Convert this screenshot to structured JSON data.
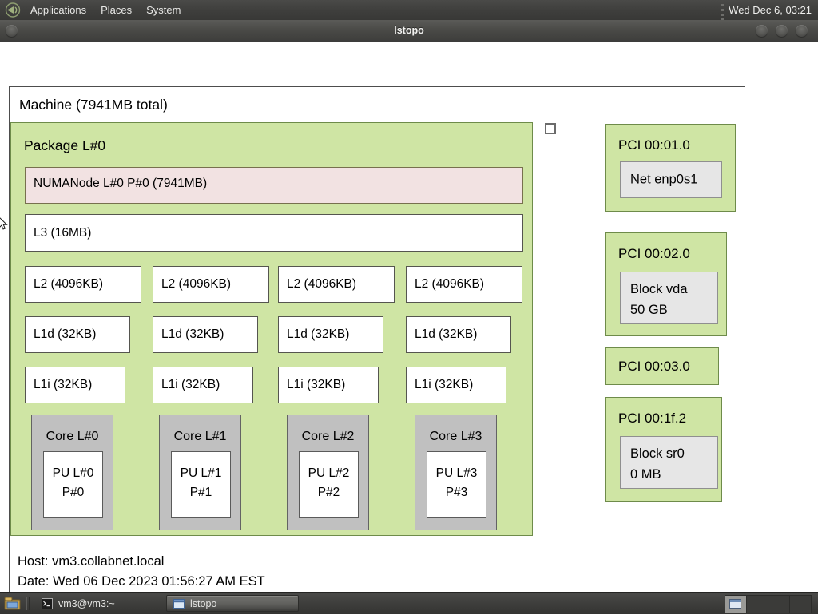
{
  "panel": {
    "menus": [
      "Applications",
      "Places",
      "System"
    ],
    "clock": "Wed Dec  6, 03:21",
    "logo_icon": "gnome-foot-icon"
  },
  "window": {
    "title": "lstopo",
    "buttons": {
      "menu": "window-menu-icon",
      "minimize": "minimize-icon",
      "maximize": "maximize-icon",
      "close": "close-icon"
    }
  },
  "topology": {
    "machine": {
      "label": "Machine (7941MB total)",
      "package": {
        "label": "Package L#0",
        "numanode": "NUMANode L#0 P#0 (7941MB)",
        "l3": "L3 (16MB)",
        "l2": [
          "L2 (4096KB)",
          "L2 (4096KB)",
          "L2 (4096KB)",
          "L2 (4096KB)"
        ],
        "l1d": [
          "L1d (32KB)",
          "L1d (32KB)",
          "L1d (32KB)",
          "L1d (32KB)"
        ],
        "l1i": [
          "L1i (32KB)",
          "L1i (32KB)",
          "L1i (32KB)",
          "L1i (32KB)"
        ],
        "cores": [
          {
            "label": "Core L#0",
            "pu_line1": "PU L#0",
            "pu_line2": "P#0"
          },
          {
            "label": "Core L#1",
            "pu_line1": "PU L#1",
            "pu_line2": "P#1"
          },
          {
            "label": "Core L#2",
            "pu_line1": "PU L#2",
            "pu_line2": "P#2"
          },
          {
            "label": "Core L#3",
            "pu_line1": "PU L#3",
            "pu_line2": "P#3"
          }
        ]
      },
      "pci": [
        {
          "label": "PCI 00:01.0",
          "dev_line1": "Net enp0s1",
          "dev_line2": ""
        },
        {
          "label": "PCI 00:02.0",
          "dev_line1": "Block vda",
          "dev_line2": "50 GB"
        },
        {
          "label": "PCI 00:03.0",
          "dev_line1": "",
          "dev_line2": ""
        },
        {
          "label": "PCI 00:1f.2",
          "dev_line1": "Block sr0",
          "dev_line2": "0 MB"
        }
      ]
    },
    "legend": {
      "host": "Host: vm3.collabnet.local",
      "date": "Date: Wed 06 Dec 2023 01:56:27 AM EST"
    }
  },
  "taskbar": {
    "show_desktop_icon": "show-desktop-icon",
    "tasks": [
      {
        "label": "vm3@vm3:~",
        "icon": "terminal-icon"
      },
      {
        "label": "lstopo",
        "icon": "window-icon"
      }
    ],
    "workspaces": [
      {
        "name": "workspace-1",
        "active": true
      },
      {
        "name": "workspace-2",
        "active": false
      },
      {
        "name": "workspace-3",
        "active": false
      },
      {
        "name": "workspace-4",
        "active": false
      }
    ]
  },
  "colors": {
    "package_green": "#cfe5a4",
    "numanode_pink": "#f2e2e2",
    "core_gray": "#c0c0c0",
    "device_gray": "#e6e6e6",
    "panel_dark": "#3f3f3d"
  }
}
